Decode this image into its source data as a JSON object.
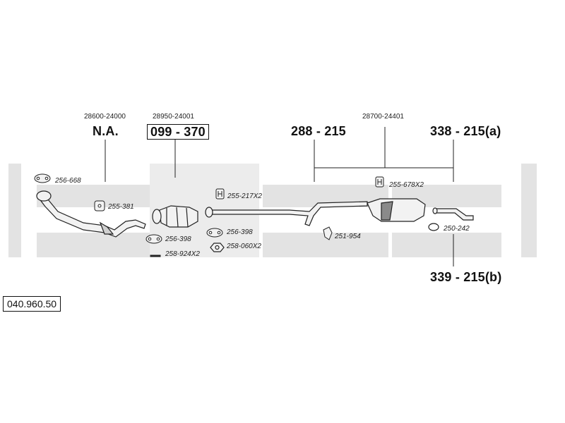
{
  "diagram": {
    "catalog_number": "040.960.50",
    "oem_refs": {
      "front_pipe": "28600-24000",
      "catalyst": "28950-24001",
      "rear": "28700-24401"
    },
    "assemblies": {
      "front_pipe": "N.A.",
      "catalyst": "099 - 370",
      "middle": "288 - 215",
      "rear_a": "338 - 215(a)",
      "rear_b": "339 - 215(b)"
    },
    "parts": {
      "gasket_front": "256-668",
      "rubber_front": "255-381",
      "gasket_cat": "256-398",
      "bolts_cat": "258-924X2",
      "clamp_mid": "255-217X2",
      "gasket_mid": "256-398",
      "nut_mid": "258-060X2",
      "bracket_mid": "251-954",
      "hanger_rear": "255-678X2",
      "clamp_rear": "250-242"
    },
    "colors": {
      "band": "#e3e3e3",
      "line": "#222222",
      "part_fill": "#f2f2f2"
    }
  }
}
